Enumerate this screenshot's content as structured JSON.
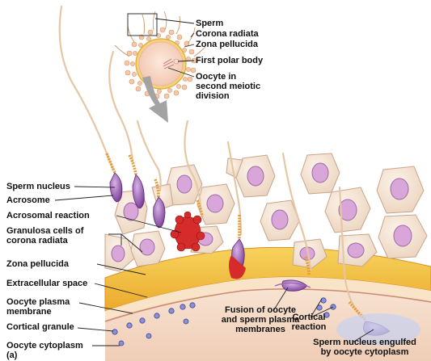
{
  "figure_tag": "(a)",
  "top_labels": {
    "sperm": "Sperm",
    "corona_radiata": "Corona radiata",
    "zona_pellucida": "Zona pellucida",
    "first_polar_body": "First polar body",
    "oocyte": [
      "Oocyte in",
      "second meiotic",
      "division"
    ]
  },
  "left_labels": {
    "sperm_nucleus": "Sperm nucleus",
    "acrosome": "Acrosome",
    "acrosomal_reaction": "Acrosomal reaction",
    "granulosa": [
      "Granulosa cells of",
      "corona radiata"
    ],
    "zona_pellucida": "Zona pellucida",
    "extracellular_space": "Extracellular space",
    "oocyte_membrane": [
      "Oocyte plasma",
      "membrane"
    ],
    "cortical_granule": "Cortical granule",
    "oocyte_cytoplasm": "Oocyte cytoplasm"
  },
  "bottom_labels": {
    "fusion": [
      "Fusion of oocyte",
      "and sperm plasma",
      "membranes"
    ],
    "cortical_reaction": [
      "Cortical",
      "reaction"
    ],
    "engulfed": [
      "Sperm nucleus engulfed",
      "by oocyte cytoplasm"
    ]
  },
  "colors": {
    "zona": "#f2c23a",
    "cytoplasm": "#f6dcc8",
    "granulosa_cell": "#f6e7d6",
    "granulosa_nucleus": "#d9a8d8",
    "sperm_head": "#a066b8",
    "acrosome_red": "#d42a2a",
    "arrow": "#9a9a9a"
  }
}
